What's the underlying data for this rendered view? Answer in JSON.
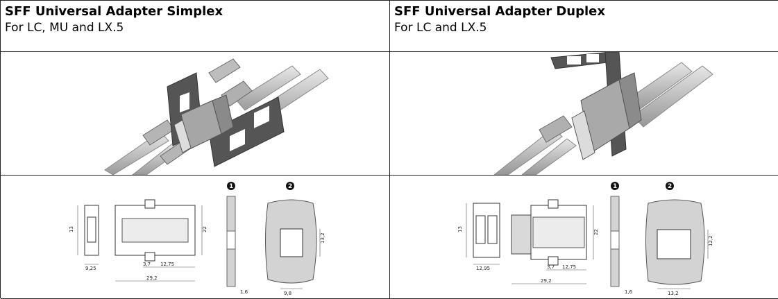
{
  "simplex": {
    "title": "SFF Universal Adapter Simplex",
    "subtitle": "For LC, MU and LX.5",
    "photo_icon": "adapter-render",
    "dims": {
      "d13": "13",
      "d22": "22",
      "d925": "9,25",
      "d37": "3,7",
      "d1275": "12,75",
      "d292": "29,2",
      "d16": "1,6",
      "d132": "13,2",
      "d98": "9,8"
    },
    "markers": {
      "m1": "1",
      "m2": "2"
    }
  },
  "duplex": {
    "title": "SFF Universal Adapter Duplex",
    "subtitle": "For LC and LX.5",
    "photo_icon": "adapter-render",
    "dims": {
      "d13": "13",
      "d22": "22",
      "d1295": "12,95",
      "d37": "3,7",
      "d1275": "12,75",
      "d292": "29,2",
      "d16": "1,6",
      "d122": "12,2",
      "d132": "13,2"
    },
    "markers": {
      "m1": "1",
      "m2": "2"
    }
  },
  "colors": {
    "border": "#222222",
    "metal": "#a9a9a9",
    "panel": "#555555",
    "cable": "#c8c8c8",
    "cut": "#d3d3d3"
  }
}
